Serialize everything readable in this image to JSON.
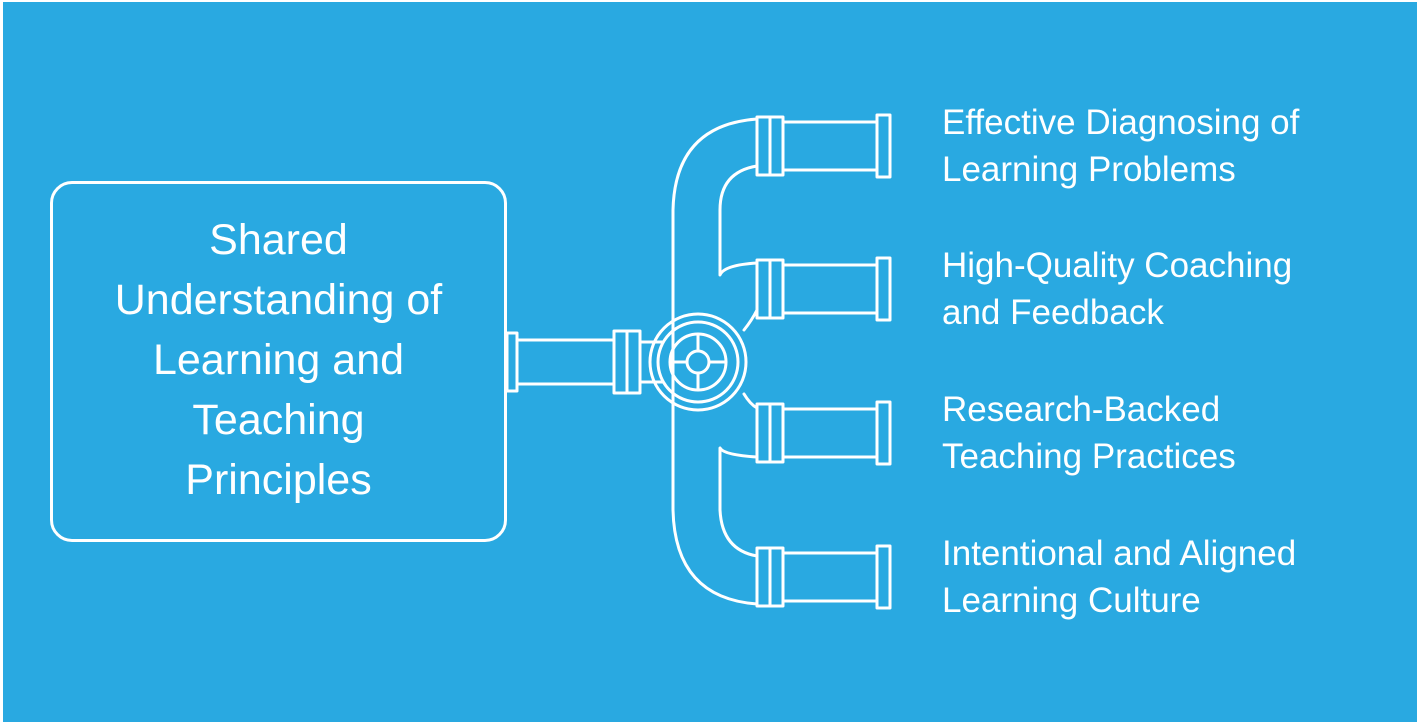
{
  "colors": {
    "background": "#29a9e1",
    "stroke": "#ffffff"
  },
  "source": {
    "lines": [
      "Shared",
      "Understanding of",
      "Learning and",
      "Teaching",
      "Principles"
    ]
  },
  "outlets": [
    {
      "lines": [
        "Effective Diagnosing of",
        "Learning Problems"
      ]
    },
    {
      "lines": [
        "High-Quality Coaching",
        "and Feedback"
      ]
    },
    {
      "lines": [
        "Research-Backed",
        "Teaching Practices"
      ]
    },
    {
      "lines": [
        "Intentional and Aligned",
        "Learning Culture"
      ]
    }
  ]
}
